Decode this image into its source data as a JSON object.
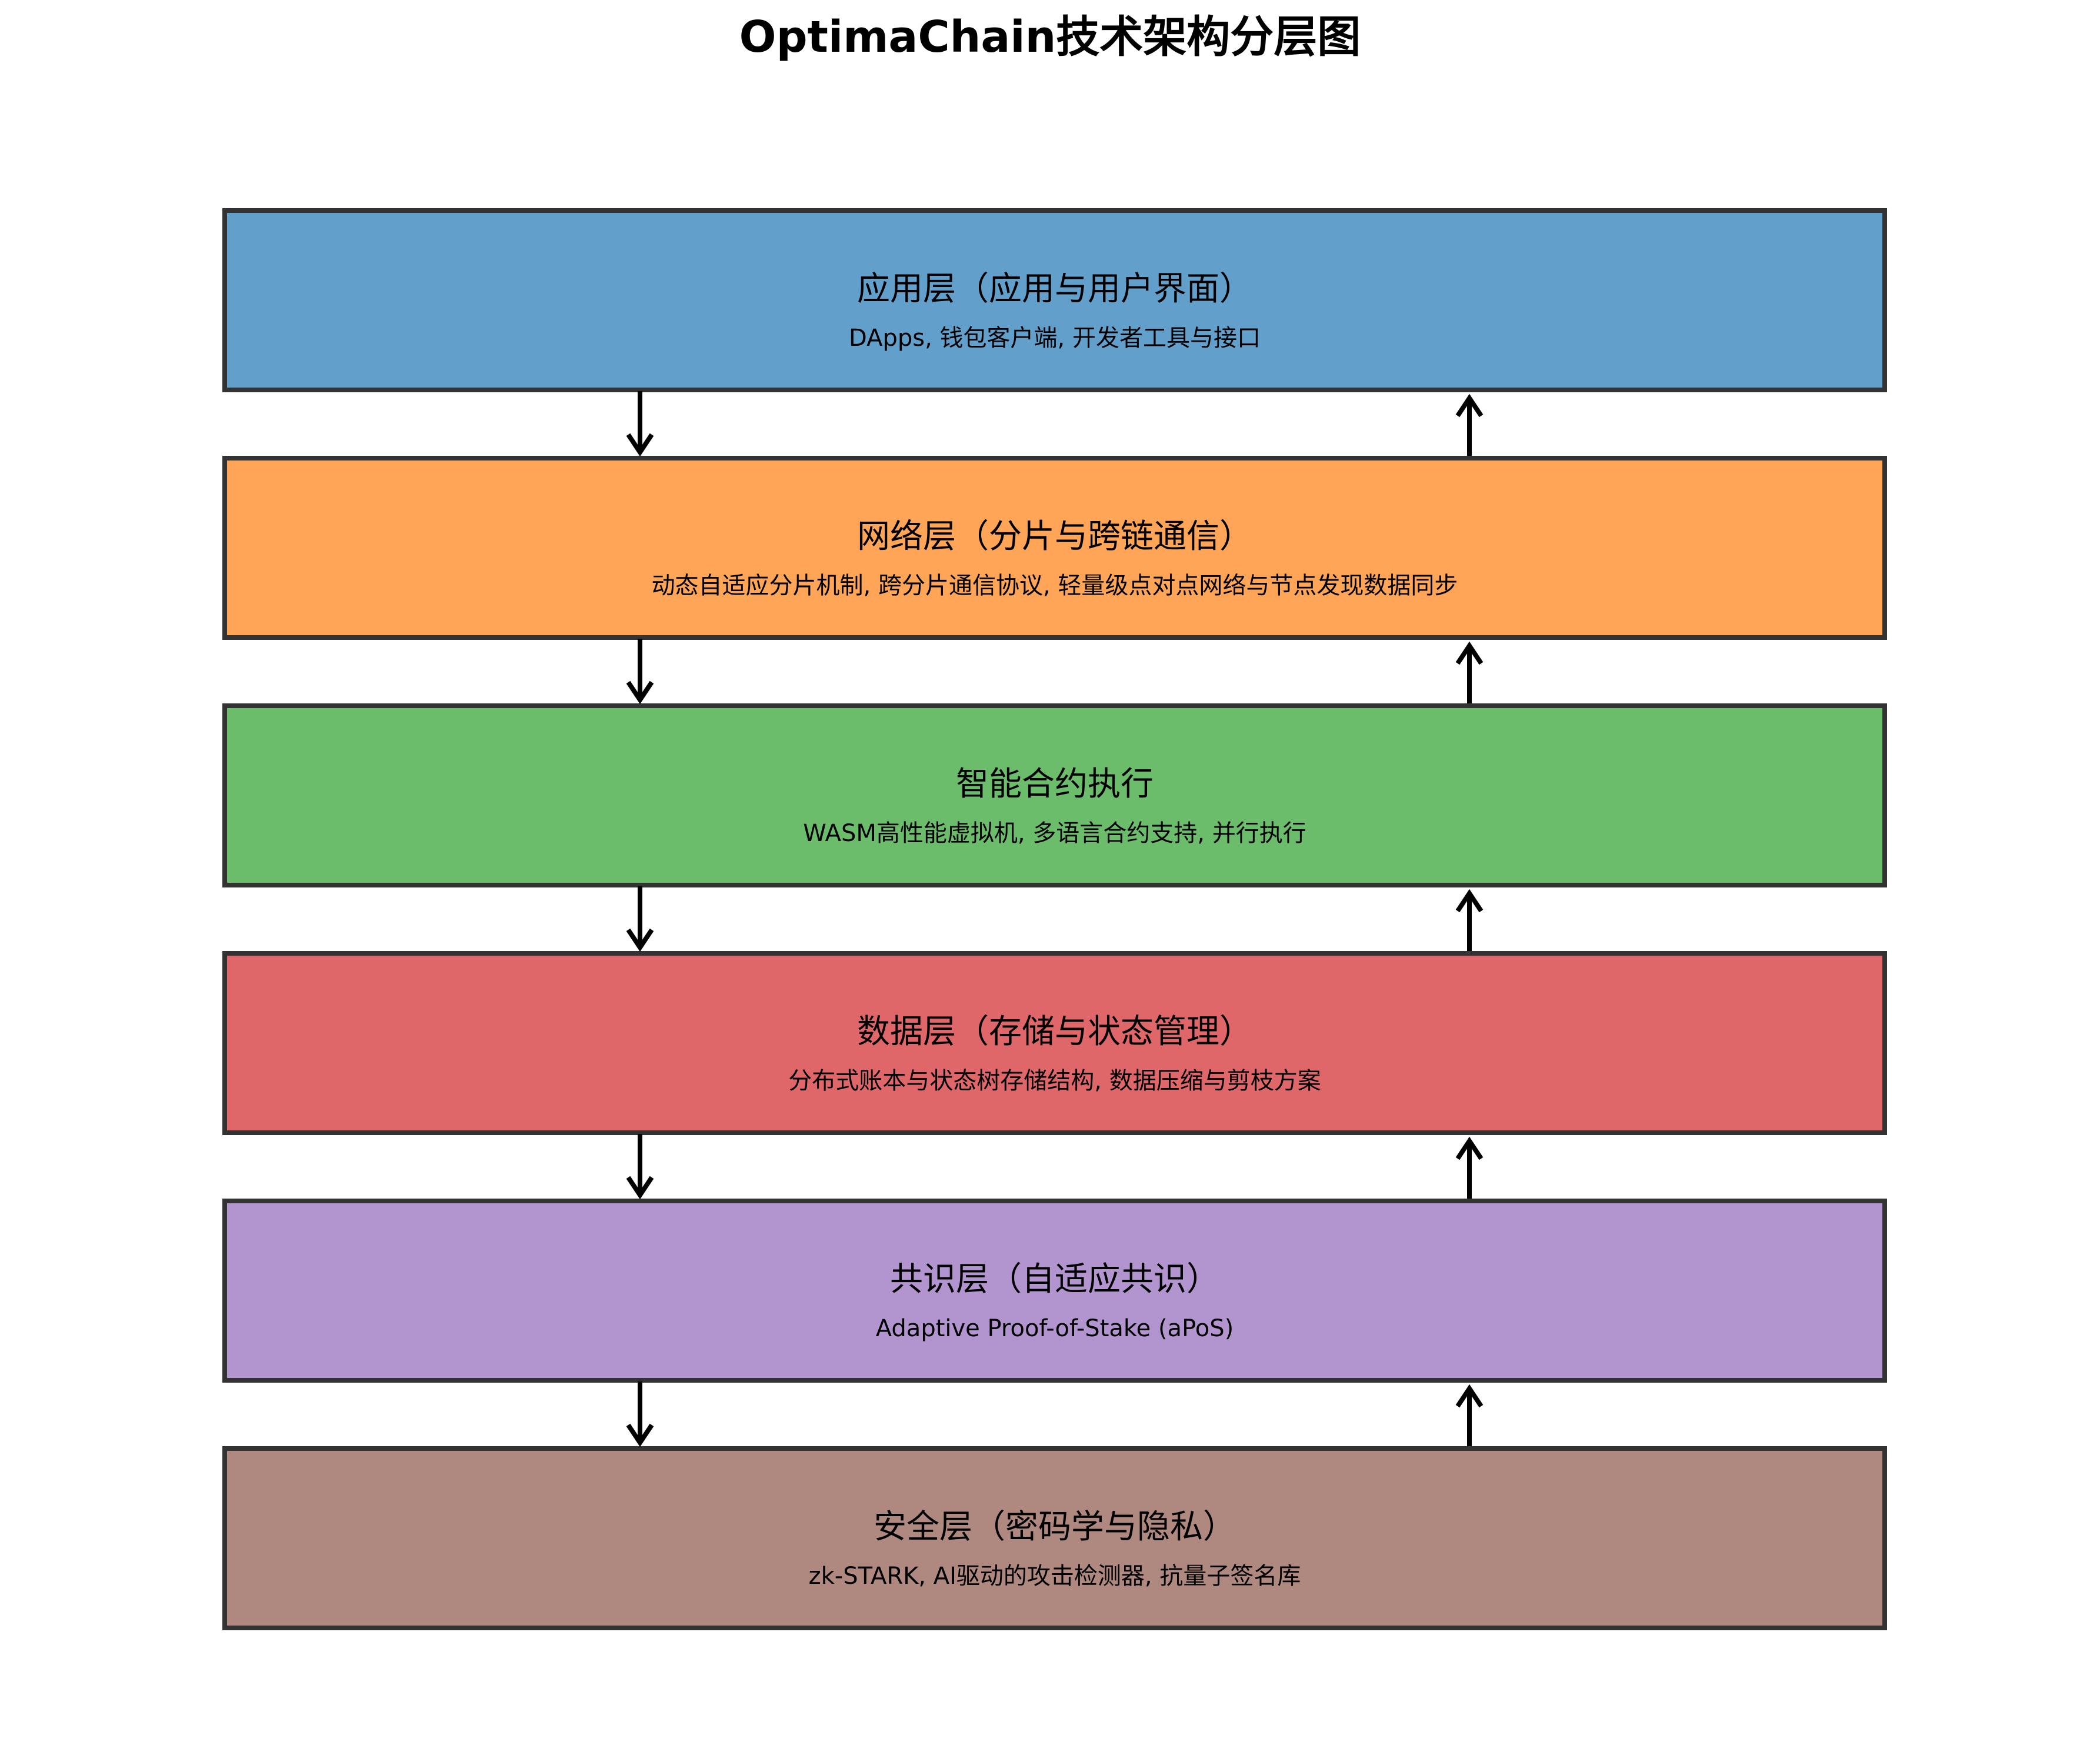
{
  "title": "OptimaChain技术架构分层图",
  "layers": [
    {
      "name": "应用层（应用与用户界面）",
      "description": "DApps, 钱包客户端, 开发者工具与接口",
      "color": "#62a0cb"
    },
    {
      "name": "网络层（分片与跨链通信）",
      "description": "动态自适应分片机制, 跨分片通信协议, 轻量级点对点网络与节点发现数据同步",
      "color": "#fea557"
    },
    {
      "name": "智能合约执行",
      "description": "WASM高性能虚拟机, 多语言合约支持, 并行执行",
      "color": "#6cbd6b"
    },
    {
      "name": "数据层（存储与状态管理）",
      "description": "分布式账本与状态树存储结构, 数据压缩与剪枝方案",
      "color": "#e06769"
    },
    {
      "name": "共识层（自适应共识）",
      "description": "Adaptive Proof-of-Stake (aPoS)",
      "color": "#b294cf"
    },
    {
      "name": "安全层（密码学与隐私）",
      "description": "zk-STARK, AI驱动的攻击检测器, 抗量子签名库",
      "color": "#af887f"
    }
  ],
  "connectors": {
    "downward_arrow_icon": "arrow-down",
    "upward_arrow_icon": "arrow-up"
  }
}
